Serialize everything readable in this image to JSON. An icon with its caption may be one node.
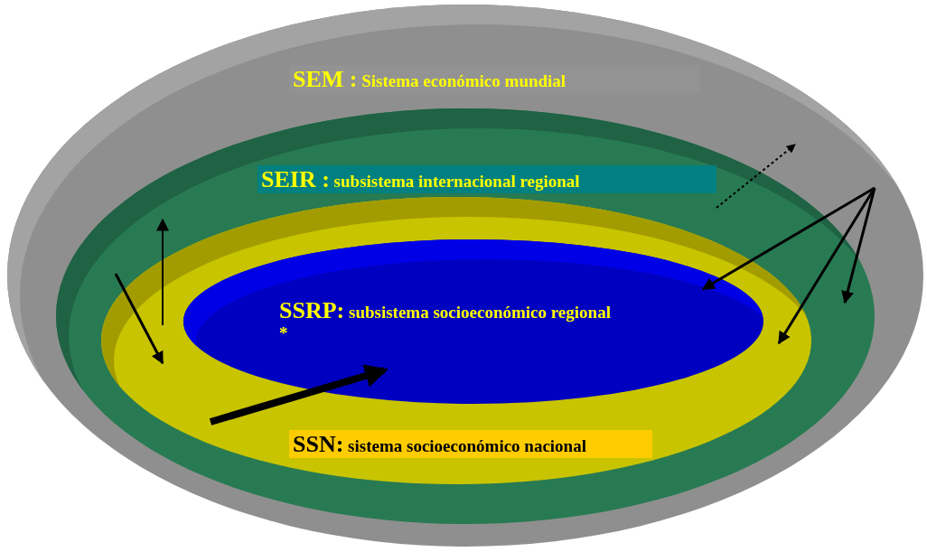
{
  "diagram": {
    "nodes": [
      {
        "text": [
          "SEM :",
          "Sistema económico mundial"
        ]
      },
      {
        "text": [
          "SEIR :",
          "subsistema internacional regional"
        ],
        "in": 0
      },
      {
        "text": [
          "SSN:",
          "sistema socioeconómico nacional"
        ],
        "in": 1
      },
      {
        "text": [
          "SSRP:",
          "subsistema socioeconómico regional *"
        ],
        "in": 2
      }
    ]
  }
}
